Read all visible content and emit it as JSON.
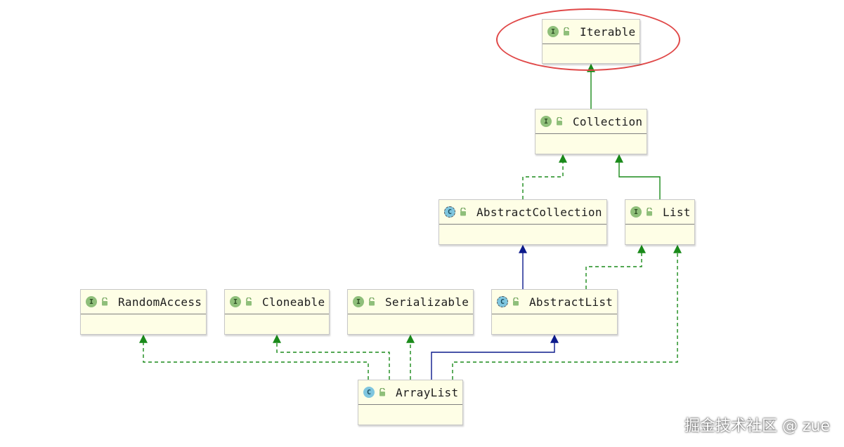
{
  "diagram": {
    "nodes": [
      {
        "id": "iterable",
        "label": "Iterable",
        "kind": "interface"
      },
      {
        "id": "collection",
        "label": "Collection",
        "kind": "interface"
      },
      {
        "id": "abstract_collection",
        "label": "AbstractCollection",
        "kind": "abstract-class"
      },
      {
        "id": "list",
        "label": "List",
        "kind": "interface"
      },
      {
        "id": "random_access",
        "label": "RandomAccess",
        "kind": "interface"
      },
      {
        "id": "cloneable",
        "label": "Cloneable",
        "kind": "interface"
      },
      {
        "id": "serializable",
        "label": "Serializable",
        "kind": "interface"
      },
      {
        "id": "abstract_list",
        "label": "AbstractList",
        "kind": "abstract-class"
      },
      {
        "id": "array_list",
        "label": "ArrayList",
        "kind": "class"
      }
    ],
    "edges": [
      {
        "from": "collection",
        "to": "iterable",
        "type": "extends-interface"
      },
      {
        "from": "abstract_collection",
        "to": "collection",
        "type": "implements"
      },
      {
        "from": "list",
        "to": "collection",
        "type": "extends-interface"
      },
      {
        "from": "abstract_list",
        "to": "abstract_collection",
        "type": "extends-class"
      },
      {
        "from": "abstract_list",
        "to": "list",
        "type": "implements"
      },
      {
        "from": "array_list",
        "to": "random_access",
        "type": "implements"
      },
      {
        "from": "array_list",
        "to": "cloneable",
        "type": "implements"
      },
      {
        "from": "array_list",
        "to": "serializable",
        "type": "implements"
      },
      {
        "from": "array_list",
        "to": "abstract_list",
        "type": "extends-class"
      },
      {
        "from": "array_list",
        "to": "list",
        "type": "implements"
      }
    ],
    "highlighted_node": "iterable",
    "highlight_color": "#e04848",
    "colors": {
      "interface_arrow": "#1a8a1a",
      "class_arrow": "#0c1a8c",
      "node_fill": "#fefee6",
      "interface_badge": "#8fbf7a",
      "class_badge": "#7fc6df"
    }
  },
  "badges": {
    "interface": "I",
    "class": "C"
  },
  "watermark": "掘金技术社区 @ zue"
}
